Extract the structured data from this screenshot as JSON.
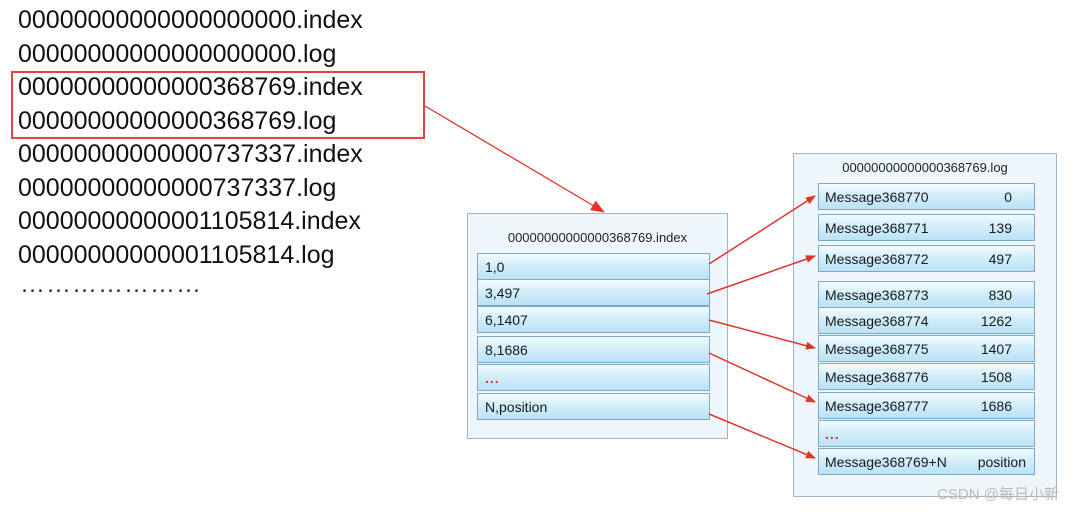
{
  "file_list": [
    "00000000000000000000.index",
    "00000000000000000000.log",
    "00000000000000368769.index",
    "00000000000000368769.log",
    "00000000000000737337.index",
    "00000000000000737337.log",
    "00000000000001105814.index",
    "00000000000001105814.log"
  ],
  "file_list_more": "…………………",
  "index_panel": {
    "title": "00000000000000368769.index",
    "rows": [
      "1,0",
      "3,497",
      "6,1407",
      "8,1686",
      "...",
      "N,position"
    ]
  },
  "log_panel": {
    "title": "00000000000000368769.log",
    "rows": [
      {
        "message": "Message368770",
        "position": "0"
      },
      {
        "message": "Message368771",
        "position": "139"
      },
      {
        "message": "Message368772",
        "position": "497"
      },
      {
        "message": "Message368773",
        "position": "830"
      },
      {
        "message": "Message368774",
        "position": "1262"
      },
      {
        "message": "Message368775",
        "position": "1407"
      },
      {
        "message": "Message368776",
        "position": "1508"
      },
      {
        "message": "Message368777",
        "position": "1686"
      },
      {
        "message": "...",
        "position": ""
      },
      {
        "message": "Message368769+N",
        "position": "position"
      }
    ]
  },
  "colors": {
    "highlight": "#e0463f",
    "arrow": "#e0342b",
    "cell_fill": "#c9e9f8",
    "panel_fill": "#eef6fb"
  },
  "watermark": "CSDN @每日小新"
}
